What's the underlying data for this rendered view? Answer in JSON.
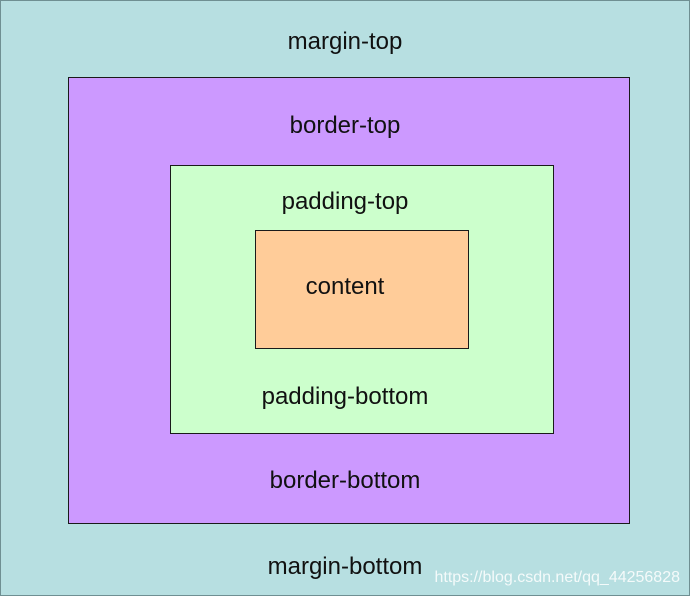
{
  "labels": {
    "margin_top": "margin-top",
    "border_top": "border-top",
    "padding_top": "padding-top",
    "content": "content",
    "padding_bottom": "padding-bottom",
    "border_bottom": "border-bottom",
    "margin_bottom": "margin-bottom"
  },
  "watermark": "https://blog.csdn.net/qq_44256828",
  "colors": {
    "margin": "#b7dfe1",
    "border": "#cc99ff",
    "padding": "#ccffcc",
    "content": "#ffcc99",
    "outline": "#1a1a1a"
  }
}
